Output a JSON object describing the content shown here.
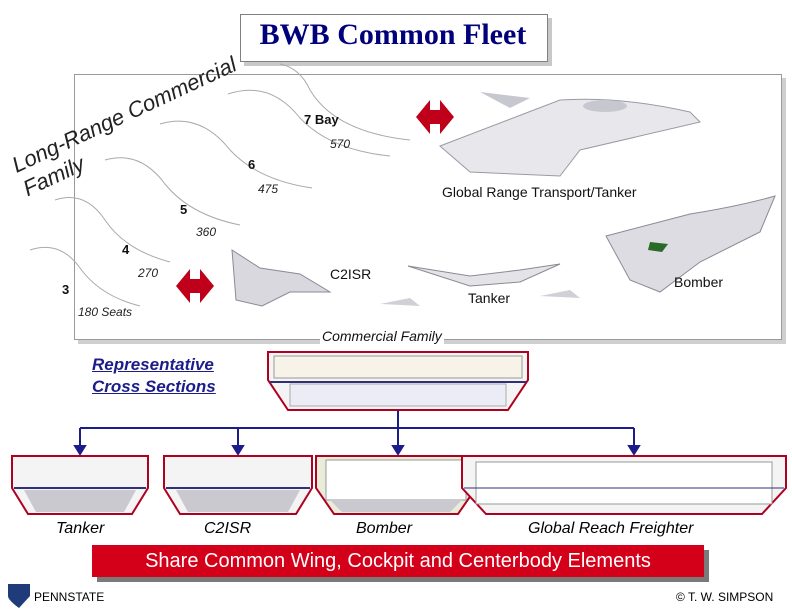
{
  "title": "BWB Common Fleet",
  "upper_panel": {
    "family_arc_label": "Long-Range Commercial Family",
    "seat_labels": [
      "3",
      "4",
      "5",
      "6",
      "7 Bay"
    ],
    "capacity_labels": [
      "180 Seats",
      "270",
      "360",
      "475",
      "570"
    ],
    "aircraft_labels": {
      "transport": "Global Range Transport/Tanker",
      "c2isr": "C2ISR",
      "tanker": "Tanker",
      "bomber": "Bomber"
    }
  },
  "commercial_family_label": "Commercial Family",
  "cross_sections_title_line1": "Representative",
  "cross_sections_title_line2": "Cross Sections",
  "cross_section_labels": [
    "Tanker",
    "C2ISR",
    "Bomber",
    "Global Reach Freighter"
  ],
  "banner_text": "Share Common Wing, Cockpit and Centerbody Elements",
  "footer": {
    "logo_text": "PENNSTATE",
    "credit": "© T. W. SIMPSON"
  },
  "colors": {
    "title": "#00007a",
    "banner": "#d4001a",
    "arrow_red": "#c0001a",
    "link_blue": "#1d1d8a",
    "hull_red": "#b00020"
  },
  "icons": [
    "double-arrow-icon",
    "penn-state-shield-icon"
  ]
}
